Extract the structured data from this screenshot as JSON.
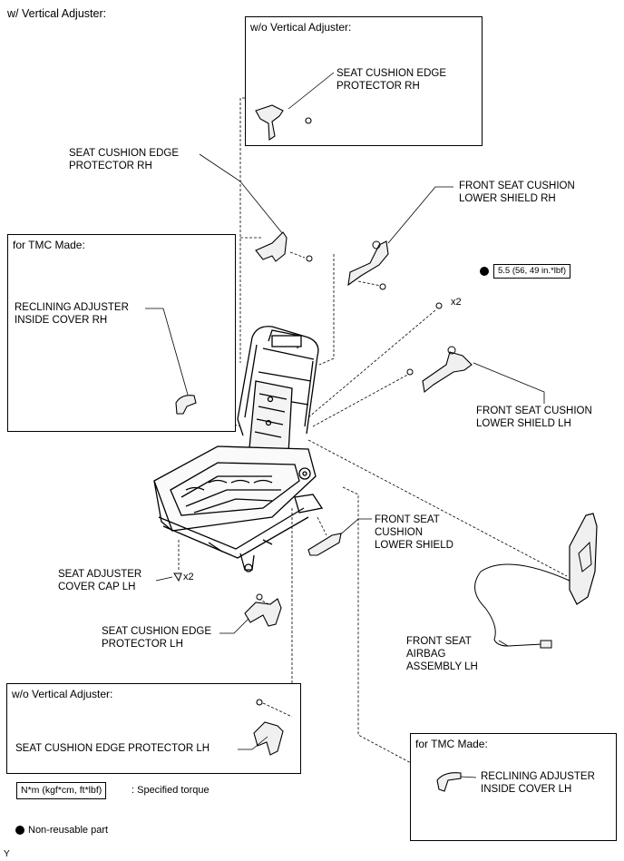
{
  "title": "w/ Vertical Adjuster:",
  "boxes": {
    "top_right": "w/o Vertical Adjuster:",
    "left_tmc": "for TMC Made:",
    "bottom_left": "w/o Vertical Adjuster:",
    "bottom_right": "for TMC Made:"
  },
  "parts": {
    "edge_rh_box": "SEAT CUSHION EDGE\nPROTECTOR RH",
    "edge_rh": "SEAT CUSHION EDGE\nPROTECTOR RH",
    "lower_shield_rh": "FRONT SEAT CUSHION\nLOWER SHIELD RH",
    "recliner_rh": "RECLINING ADJUSTER\nINSIDE COVER RH",
    "lower_shield_lh": "FRONT SEAT CUSHION\nLOWER SHIELD LH",
    "lower_shield": "FRONT SEAT\nCUSHION\nLOWER SHIELD",
    "adjuster_cap": "SEAT ADJUSTER\nCOVER CAP LH",
    "edge_lh": "SEAT CUSHION EDGE\nPROTECTOR LH",
    "airbag_lh": "FRONT SEAT\nAIRBAG\nASSEMBLY LH",
    "edge_lh_box": "SEAT CUSHION EDGE PROTECTOR LH",
    "recliner_lh": "RECLINING ADJUSTER\nINSIDE COVER LH"
  },
  "torque": "5.5 (56, 49 in.*lbf)",
  "qty_x2_a": "x2",
  "qty_x2_b": "x2",
  "legend": {
    "torque_box": "N*m (kgf*cm, ft*lbf)",
    "torque_desc": ": Specified torque",
    "nonreusable": "Non-reusable part"
  },
  "footer_code": "Y"
}
